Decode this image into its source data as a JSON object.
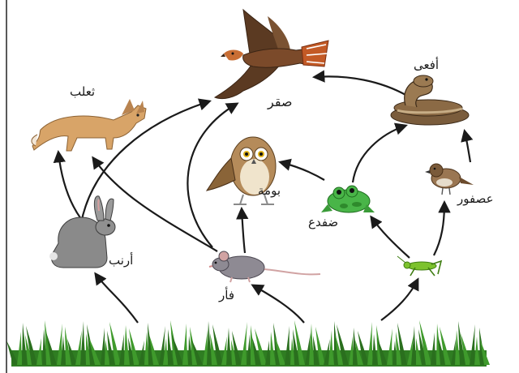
{
  "labels": {
    "hawk": "صقر",
    "snake": "أفعى",
    "fox": "ثعلب",
    "owl": "بومة",
    "frog": "ضفدع",
    "sparrow": "عصفور",
    "rabbit": "أرنب",
    "mouse": "فأر"
  },
  "food_web": [
    {
      "from": "grass",
      "to": "rabbit"
    },
    {
      "from": "grass",
      "to": "mouse"
    },
    {
      "from": "grass",
      "to": "grasshopper"
    },
    {
      "from": "grasshopper",
      "to": "frog"
    },
    {
      "from": "grasshopper",
      "to": "sparrow"
    },
    {
      "from": "rabbit",
      "to": "fox"
    },
    {
      "from": "rabbit",
      "to": "hawk"
    },
    {
      "from": "mouse",
      "to": "fox"
    },
    {
      "from": "mouse",
      "to": "hawk"
    },
    {
      "from": "mouse",
      "to": "owl"
    },
    {
      "from": "frog",
      "to": "owl"
    },
    {
      "from": "frog",
      "to": "snake"
    },
    {
      "from": "sparrow",
      "to": "snake"
    },
    {
      "from": "snake",
      "to": "hawk"
    }
  ],
  "colors": {
    "grass": "#3f9a2c",
    "grass_dark": "#2a6f1e",
    "arrow": "#1a1a1a",
    "fox": "#d8a468",
    "rabbit": "#8a8a8a",
    "hawk": "#5b3a22",
    "snake": "#8b6a45",
    "owl": "#b58b5a",
    "frog": "#49b548",
    "sparrow": "#9a7652",
    "mouse": "#8e8a93",
    "grasshopper": "#7cc22d"
  }
}
